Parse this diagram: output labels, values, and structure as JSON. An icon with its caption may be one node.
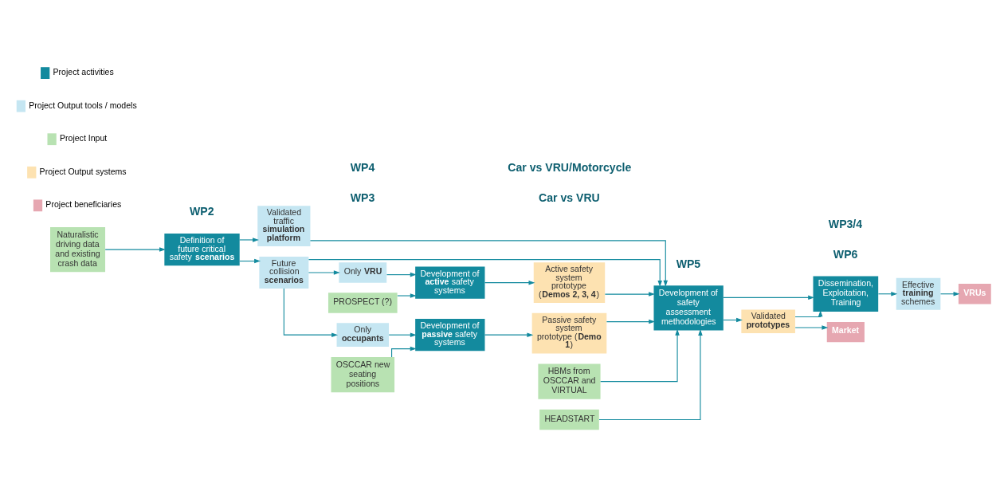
{
  "diagram": {
    "nodes": [
      {
        "text": [
          "Definition of future critical safety **scenarios**"
        ]
      },
      {
        "text": [
          "Validated traffic **simulation platform**"
        ]
      },
      {
        "text": [
          "Future collision **scenarios**"
        ]
      },
      {
        "text": [
          "Naturalistic driving data and existing crash data"
        ]
      },
      {
        "text": [
          "Only **VRU**"
        ]
      },
      {
        "text": [
          "Development of **active** safety systems"
        ]
      },
      {
        "text": [
          "Active safety system prototype (**Demos 2, 3, 4**)"
        ]
      },
      {
        "text": [
          "PROSPECT (?)"
        ]
      },
      {
        "text": [
          "Only **occupants**"
        ]
      },
      {
        "text": [
          "Development of **passive** safety systems"
        ]
      },
      {
        "text": [
          "Passive safety system prototype (**Demo 1**)"
        ]
      },
      {
        "text": [
          "OSCCAR new seating positions"
        ]
      },
      {
        "text": [
          "Development of safety assessment methodologies"
        ]
      },
      {
        "text": [
          "HBMs from OSCCAR and VIRTUAL"
        ]
      },
      {
        "text": [
          "HEADSTART"
        ]
      },
      {
        "text": [
          "Dissemination, Exploitation, Training"
        ]
      },
      {
        "text": [
          "Effective **training** schemes"
        ]
      },
      {
        "text": [
          "VRUs"
        ]
      },
      {
        "text": [
          "Validated **prototypes**"
        ]
      },
      {
        "text": [
          "Market"
        ]
      }
    ],
    "edges": [
      {
        "from": 0,
        "to": 1,
        "arrow": "to"
      },
      {
        "from": 0,
        "to": 2,
        "arrow": "to"
      },
      {
        "from": 3,
        "to": 0,
        "arrow": "to"
      },
      {
        "from": 1,
        "to": 12,
        "arrow": "to"
      },
      {
        "from": 2,
        "to": 12,
        "arrow": "to"
      },
      {
        "from": 2,
        "to": 4,
        "arrow": "to"
      },
      {
        "from": 2,
        "to": 8,
        "arrow": "to"
      },
      {
        "from": 4,
        "to": 5,
        "arrow": "to"
      },
      {
        "from": 5,
        "to": 6,
        "arrow": "to"
      },
      {
        "from": 7,
        "to": 5,
        "arrow": "to"
      },
      {
        "from": 6,
        "to": 12,
        "arrow": "to"
      },
      {
        "from": 8,
        "to": 9,
        "arrow": "to"
      },
      {
        "from": 9,
        "to": 10,
        "arrow": "to"
      },
      {
        "from": 11,
        "to": 9,
        "arrow": "to"
      },
      {
        "from": 10,
        "to": 12,
        "arrow": "to"
      },
      {
        "from": 13,
        "to": 12,
        "arrow": "to"
      },
      {
        "from": 14,
        "to": 12,
        "arrow": "to"
      },
      {
        "from": 12,
        "to": 15,
        "arrow": "to"
      },
      {
        "from": 12,
        "to": 18,
        "arrow": "to"
      },
      {
        "from": 15,
        "to": 16,
        "arrow": "to"
      },
      {
        "from": 16,
        "to": 17,
        "arrow": "to"
      },
      {
        "from": 18,
        "to": 15,
        "arrow": "to"
      },
      {
        "from": 18,
        "to": 19,
        "arrow": "to"
      }
    ],
    "labels": [
      "WP6",
      "WP2",
      "WP5",
      "WP3",
      "WP3/4",
      "Car vs VRU",
      "WP4",
      "Car vs VRU/Motorcycle"
    ],
    "legend": [
      {
        "text": "Project activities",
        "color": "#138a9e"
      },
      {
        "text": "Project Output tools / models",
        "color": "#c5e6f2"
      },
      {
        "text": "Project Input",
        "color": "#b8e2b2"
      },
      {
        "text": "Project Output systems",
        "color": "#fde2b1"
      },
      {
        "text": "Project beneficiaries",
        "color": "#e6a7b1"
      }
    ]
  }
}
